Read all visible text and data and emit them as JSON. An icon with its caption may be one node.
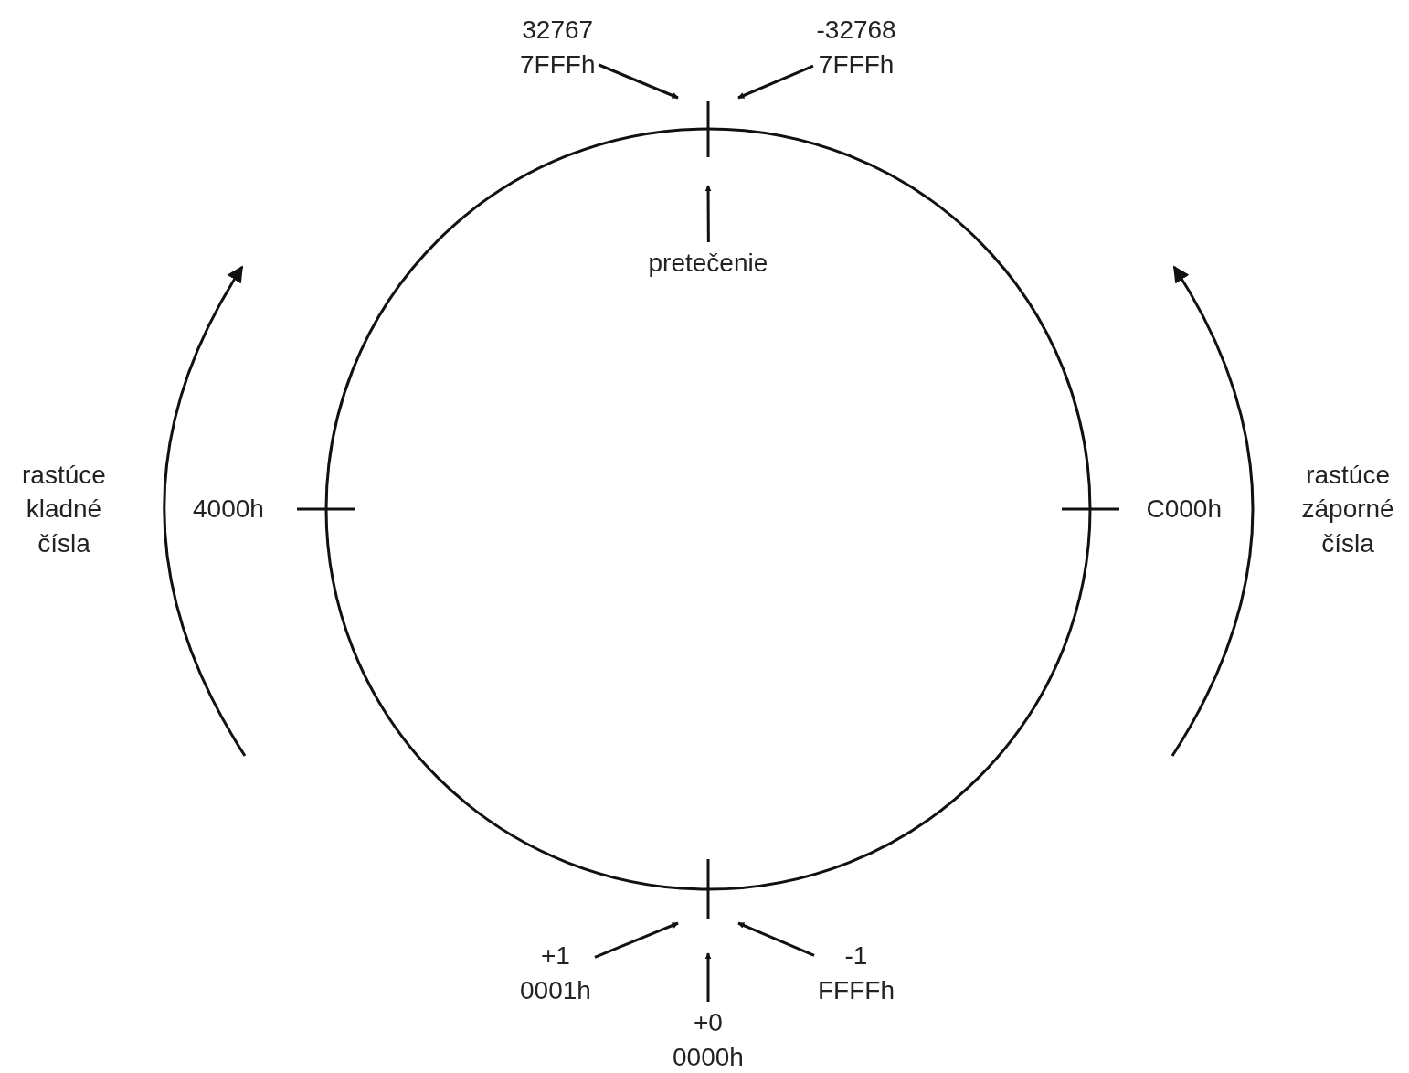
{
  "diagram": {
    "nodes": [
      {
        "text": [
          "32767 7FFFh"
        ]
      },
      {
        "text": [
          "-32768 7FFFh"
        ]
      },
      {
        "text": [
          "pretečenie"
        ]
      },
      {
        "text": [
          "+1 0001h"
        ]
      },
      {
        "text": [
          "+0 0000h"
        ]
      },
      {
        "text": [
          "-1 FFFFh"
        ]
      }
    ],
    "edges": [
      {
        "from": 0,
        "to": null,
        "arrow": "to"
      },
      {
        "from": 1,
        "to": null,
        "arrow": "to"
      },
      {
        "from": 2,
        "to": null,
        "arrow": "to"
      },
      {
        "from": 3,
        "to": null,
        "arrow": "to"
      },
      {
        "from": 4,
        "to": null,
        "arrow": "to"
      },
      {
        "from": 5,
        "to": null,
        "arrow": "to"
      }
    ],
    "labels": [
      "rastúce kladné čísla",
      "4000h",
      "C000h",
      "rastúce záporné čísla"
    ]
  }
}
